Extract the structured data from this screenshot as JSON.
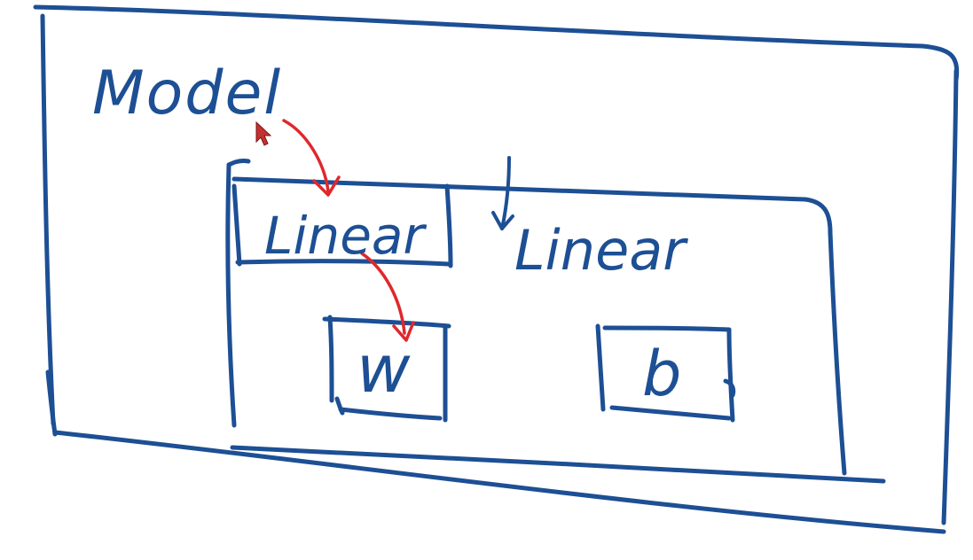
{
  "labels": {
    "model": "Model",
    "linear_1": "Linear",
    "linear_2": "Linear",
    "weight": "w",
    "bias": "b"
  },
  "colors": {
    "ink": "#1d4f94",
    "pointer": "#e0282c",
    "background": "#ffffff"
  },
  "icons": {
    "cursor": "mouse-pointer-icon"
  }
}
